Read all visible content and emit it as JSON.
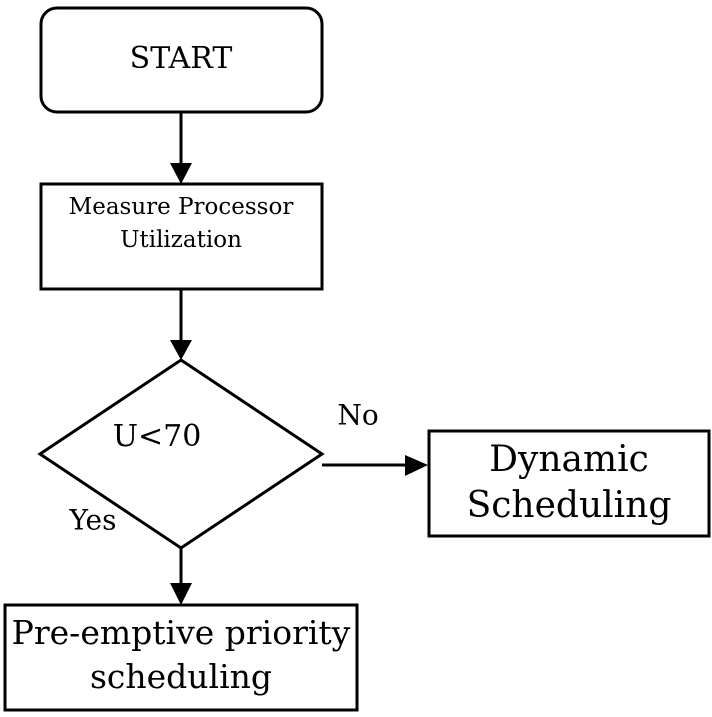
{
  "diagram": {
    "type": "flowchart",
    "nodes": {
      "start": {
        "kind": "terminator",
        "text": "START"
      },
      "measure": {
        "kind": "process",
        "lines": [
          "Measure Processor",
          "Utilization"
        ]
      },
      "decision": {
        "kind": "decision",
        "text": "U<70"
      },
      "dynamic": {
        "kind": "process",
        "lines": [
          "Dynamic",
          "Scheduling"
        ]
      },
      "preemptive": {
        "kind": "process",
        "lines": [
          "Pre-emptive priority",
          "scheduling"
        ]
      }
    },
    "edges": {
      "start_to_measure": {
        "from": "start",
        "to": "measure",
        "label": ""
      },
      "measure_to_decision": {
        "from": "measure",
        "to": "decision",
        "label": ""
      },
      "decision_to_dynamic": {
        "from": "decision",
        "to": "dynamic",
        "label": "No"
      },
      "decision_to_preemptive": {
        "from": "decision",
        "to": "preemptive",
        "label": "Yes"
      }
    }
  }
}
